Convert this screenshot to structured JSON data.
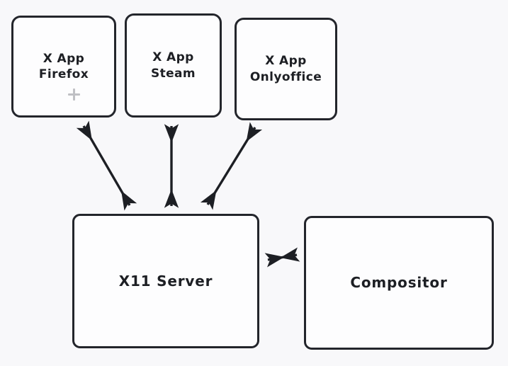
{
  "diagram": {
    "title": "X11 architecture diagram",
    "background_color": "#f8f8fa",
    "stroke_color": "#23252b",
    "node_fill_color": "#fdfdfe",
    "text_color": "#1d1f24",
    "cursor_color": "#8e9096"
  },
  "nodes": {
    "firefox": {
      "line1": "X App",
      "line2": "Firefox",
      "cursor_icon": "crosshair-cursor"
    },
    "steam": {
      "line1": "X App",
      "line2": "Steam"
    },
    "onlyoffice": {
      "line1": "X App",
      "line2": "Onlyoffice"
    },
    "x11_server": {
      "label": "X11 Server"
    },
    "compositor": {
      "label": "Compositor"
    }
  },
  "connections": [
    {
      "id": "firefox-x11",
      "from": "firefox",
      "to": "x11_server",
      "direction": "bidirectional",
      "style": "solid"
    },
    {
      "id": "steam-x11",
      "from": "steam",
      "to": "x11_server",
      "direction": "bidirectional",
      "style": "solid"
    },
    {
      "id": "onlyoffice-x11",
      "from": "onlyoffice",
      "to": "x11_server",
      "direction": "bidirectional",
      "style": "solid"
    },
    {
      "id": "x11-compositor",
      "from": "x11_server",
      "to": "compositor",
      "direction": "bidirectional",
      "style": "solid"
    }
  ]
}
